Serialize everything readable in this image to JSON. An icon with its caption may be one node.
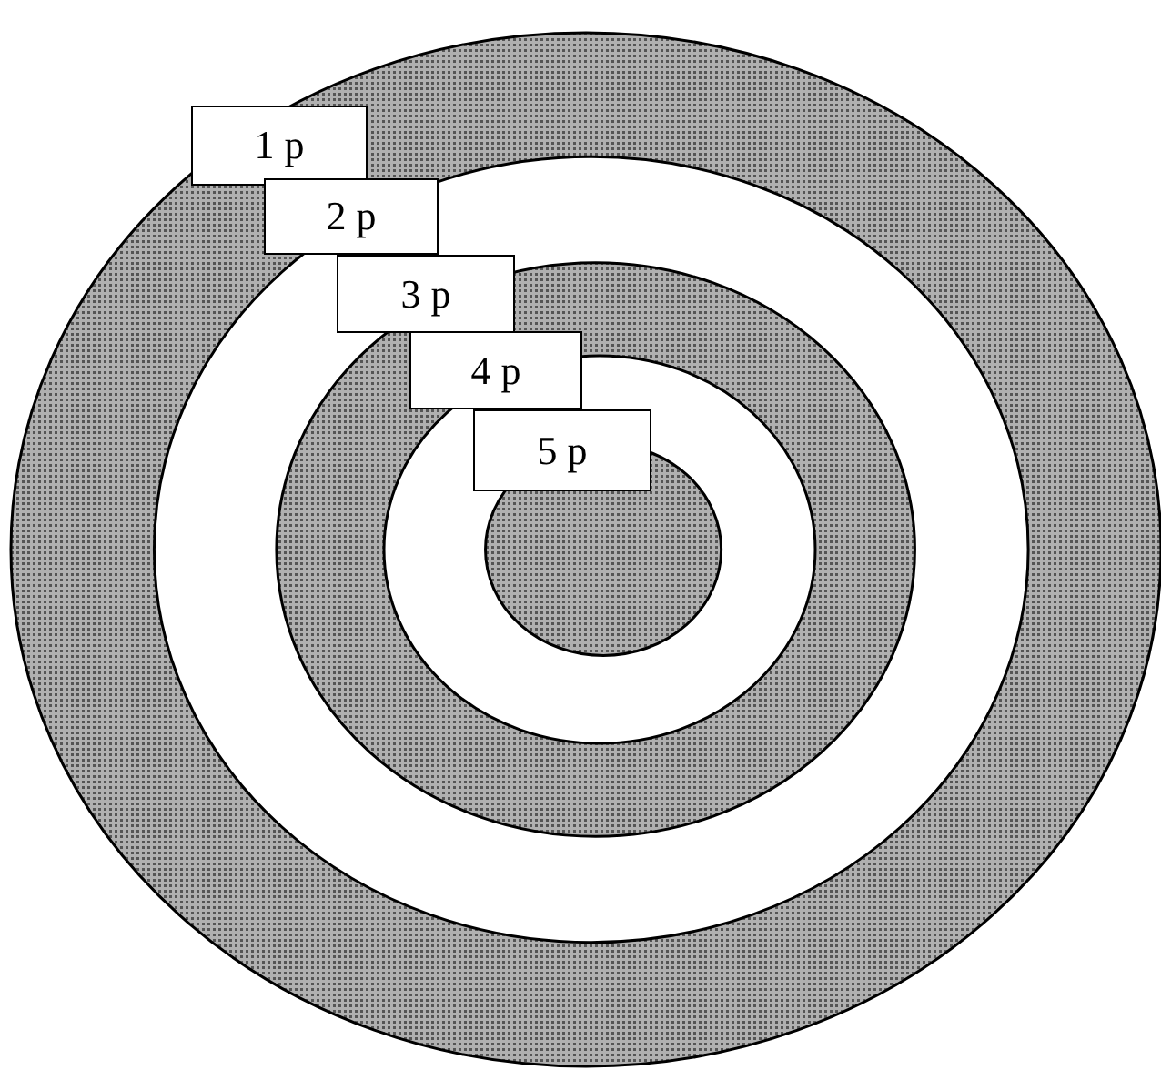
{
  "diagram": {
    "nodes": [
      {
        "text": [
          "1 p"
        ]
      },
      {
        "text": [
          "2 p"
        ]
      },
      {
        "text": [
          "3 p"
        ]
      },
      {
        "text": [
          "4 p"
        ]
      },
      {
        "text": [
          "5 p"
        ]
      }
    ]
  }
}
